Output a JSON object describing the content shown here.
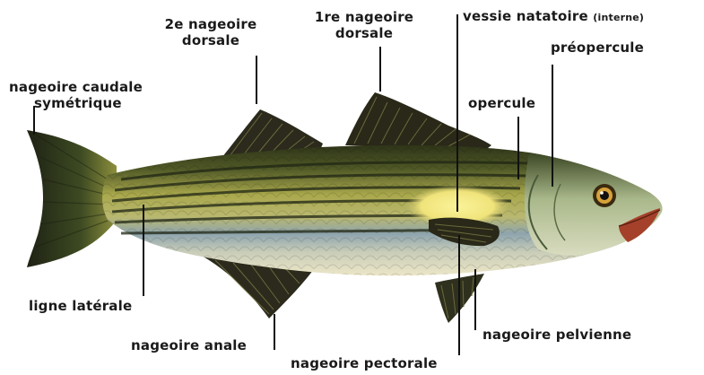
{
  "labels": {
    "dorsal2": {
      "line1": "2e nageoire",
      "line2": "dorsale"
    },
    "dorsal1": {
      "line1": "1re nageoire",
      "line2": "dorsale"
    },
    "swim_bladder": {
      "main": "vessie natatoire",
      "note": "(interne)"
    },
    "preopercle": "préopercule",
    "operculum": "opercule",
    "caudal": {
      "line1": "nageoire caudale",
      "line2": "symétrique"
    },
    "lateral_line": "ligne latérale",
    "anal": "nageoire anale",
    "pectoral": "nageoire pectorale",
    "pelvic": "nageoire pelvienne"
  },
  "colors": {
    "text": "#1a1a1a",
    "leader": "#111111",
    "fin": "#2b2a1c",
    "back": "#3b4020",
    "flank": "#b8b45a",
    "belly": "#e8e2c0",
    "blue_band": "#7d9aa8",
    "stripe": "#1f2614",
    "highlight": "#f4ec8a"
  }
}
